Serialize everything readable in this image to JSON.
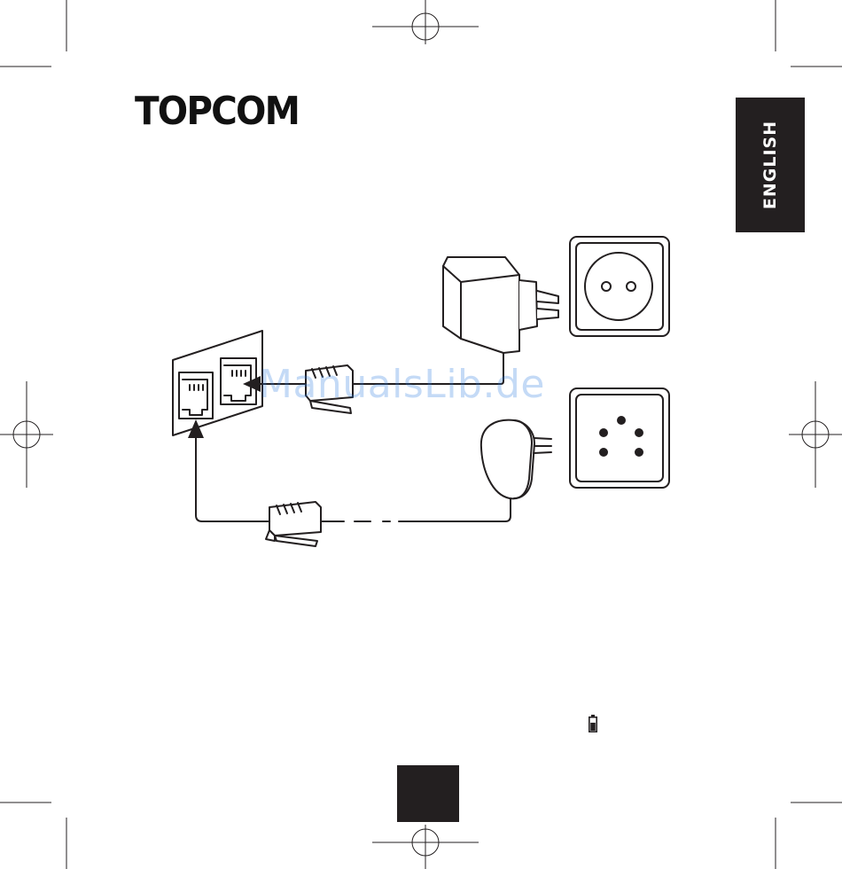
{
  "brand": {
    "logo_text": "TOPCOM",
    "registered_mark": "®"
  },
  "side_tab": {
    "language_label": "ENGLISH"
  },
  "watermark": {
    "text": "ManualsLib.de"
  },
  "icons": {
    "power_adapter": "power-adapter-icon",
    "power_socket": "power-socket-icon",
    "phone_socket": "phone-wall-socket-icon",
    "phone_plug": "phone-plug-icon",
    "rj11_plug": "rj11-plug-icon",
    "dual_jack": "dual-rj11-jack-icon",
    "battery": "battery-icon",
    "registration_mark": "crop-registration-mark-icon"
  },
  "colors": {
    "ink": "#231f20",
    "watermark": "#2f7de0",
    "paper": "#ffffff"
  }
}
